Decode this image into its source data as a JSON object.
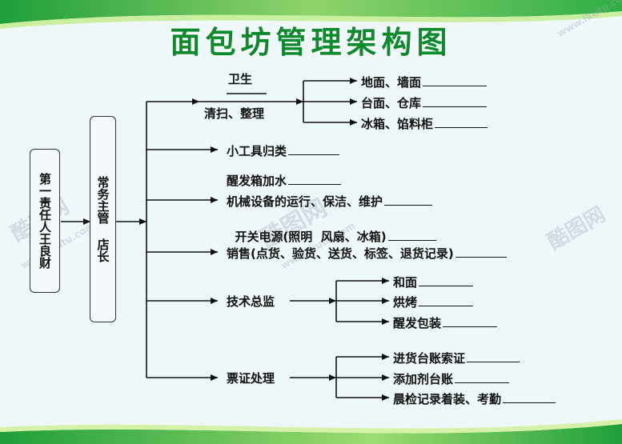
{
  "title": "面包坊管理架构图",
  "responsible_person": "第一责任人王良财",
  "manager": "常务主管 店长",
  "hygiene": {
    "label_top": "卫生",
    "label_bottom": "清扫、整理",
    "items": [
      "地面、墙面",
      "台面、仓库",
      "冰箱、馅料柜"
    ]
  },
  "tools": "小工具归类",
  "equipment": [
    "醒发箱加水",
    "机械设备的运行、保洁、维护",
    "开关电源(照明  风扇、冰箱)"
  ],
  "sales": "销售(点货、验货、送货、标签、退货记录)",
  "tech": {
    "label": "技术总监",
    "items": [
      "和面",
      "烘烤",
      "醒发包装"
    ]
  },
  "tickets": {
    "label": "票证处理",
    "items": [
      "进货台账索证",
      "添加剂台账",
      "晨检记录着装、考勤"
    ]
  },
  "watermark": {
    "brand": "酷图网",
    "url": "www.ikutu.com"
  },
  "colors": {
    "title": "#0e8a2e",
    "banner_dark": "#1f9e3a",
    "banner_light": "#8fd36b",
    "line": "#111111"
  }
}
